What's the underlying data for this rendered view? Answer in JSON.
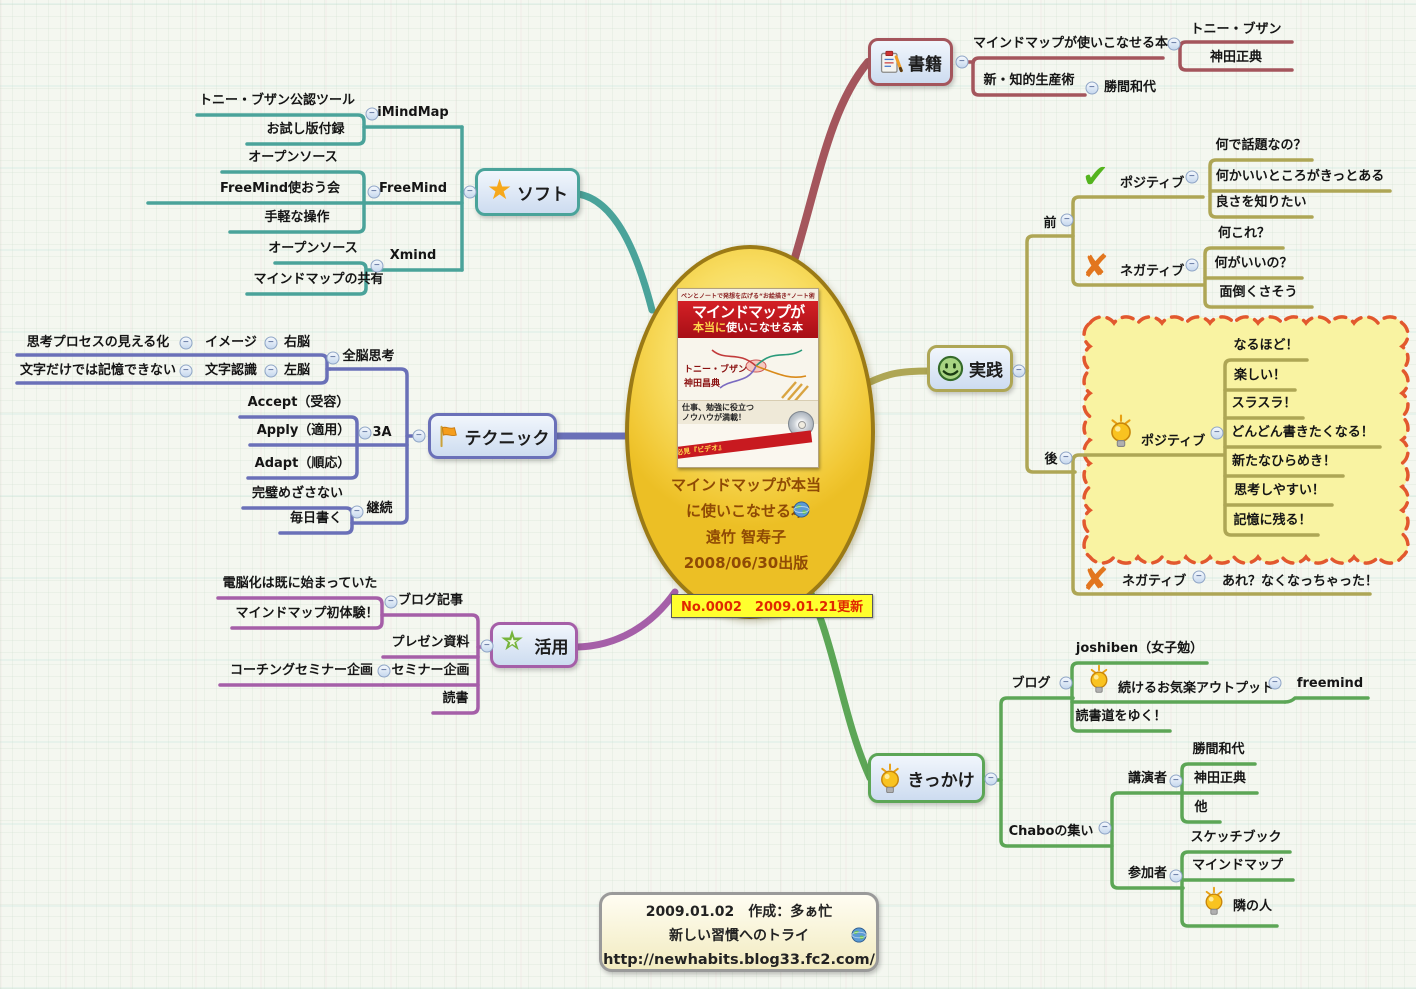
{
  "glyphs": {
    "minus": "−",
    "check": "✔",
    "cross": "✘",
    "star": "★"
  },
  "colors": {
    "soft": "#4aa39a",
    "technique": "#6a70b8",
    "katsuyo": "#a55fa8",
    "shoseki": "#a4555c",
    "jissen": "#aea655",
    "kikkake": "#5ca656",
    "cloud_fill": "#f9f3a2",
    "cloud_border": "#e2582e"
  },
  "center": {
    "ellipse_lines": [
      "マインドマップが本当",
      "に使いこなせる本",
      "遠竹 智寿子",
      "2008/06/30出版"
    ],
    "update_badge": "No.0002　2009.01.21更新",
    "cover": {
      "tagline": "ペンとノートで発想を広げる“お絵描き”ノート術",
      "title1": "マインドマップが",
      "title2a": "本当に",
      "title2b": "使いこなせる本",
      "author1": "トニー・ブザン",
      "author2": "神田昌典",
      "sub1": "仕事、勉強に役立つ",
      "sub2": "ノウハウが満載！",
      "banner": "必見『ビデオ』"
    }
  },
  "note": {
    "line1": "2009.01.02　作成：多ぁ忙",
    "line2": "新しい習慣へのトライ",
    "line3": "http://newhabits.blog33.fc2.com/"
  },
  "branches": {
    "soft": {
      "label": "ソフト",
      "children": [
        {
          "label": "iMindMap",
          "children": [
            {
              "label": "トニー・ブザン公認ツール"
            },
            {
              "label": "お試し版付録"
            }
          ]
        },
        {
          "label": "FreeMind",
          "children": [
            {
              "label": "オープンソース"
            },
            {
              "label": "FreeMind使おう会"
            },
            {
              "label": "手軽な操作"
            }
          ]
        },
        {
          "label": "Xmind",
          "children": [
            {
              "label": "オープンソース"
            },
            {
              "label": "マインドマップの共有"
            }
          ]
        }
      ]
    },
    "technique": {
      "label": "テクニック",
      "children": [
        {
          "label": "全脳思考",
          "children": [
            {
              "label": "右脳",
              "children": [
                {
                  "label": "イメージ",
                  "children": [
                    {
                      "label": "思考プロセスの見える化"
                    }
                  ]
                }
              ]
            },
            {
              "label": "左脳",
              "children": [
                {
                  "label": "文字認識",
                  "children": [
                    {
                      "label": "文字だけでは記憶できない"
                    }
                  ]
                }
              ]
            }
          ]
        },
        {
          "label": "3A",
          "children": [
            {
              "label": "Accept（受容）"
            },
            {
              "label": "Apply（適用）"
            },
            {
              "label": "Adapt（順応）"
            }
          ]
        },
        {
          "label": "継続",
          "children": [
            {
              "label": "完璧めざさない"
            },
            {
              "label": "毎日書く"
            }
          ]
        }
      ]
    },
    "katsuyo": {
      "label": "活用",
      "children": [
        {
          "label": "ブログ記事",
          "children": [
            {
              "label": "電脳化は既に始まっていた"
            },
            {
              "label": "マインドマップ初体験！"
            }
          ]
        },
        {
          "label": "プレゼン資料"
        },
        {
          "label": "セミナー企画",
          "children": [
            {
              "label": "コーチングセミナー企画"
            }
          ]
        },
        {
          "label": "読書"
        }
      ]
    },
    "shoseki": {
      "label": "書籍",
      "children": [
        {
          "label": "マインドマップが使いこなせる本",
          "children": [
            {
              "label": "トニー・ブザン"
            },
            {
              "label": "神田正典"
            }
          ]
        },
        {
          "label": "新・知的生産術",
          "children": [
            {
              "label": "勝間和代"
            }
          ]
        }
      ]
    },
    "jissen": {
      "label": "実践",
      "children": [
        {
          "label": "前",
          "children": [
            {
              "label": "ポジティブ",
              "children": [
                {
                  "label": "何で話題なの？"
                },
                {
                  "label": "何かいいところがきっとある"
                },
                {
                  "label": "良さを知りたい"
                }
              ]
            },
            {
              "label": "ネガティブ",
              "children": [
                {
                  "label": "何これ？"
                },
                {
                  "label": "何がいいの？"
                },
                {
                  "label": "面倒くさそう"
                }
              ]
            }
          ]
        },
        {
          "label": "後",
          "children": [
            {
              "label": "ポジティブ",
              "children": [
                {
                  "label": "なるほど！"
                },
                {
                  "label": "楽しい！"
                },
                {
                  "label": "スラスラ！"
                },
                {
                  "label": "どんどん書きたくなる！"
                },
                {
                  "label": "新たなひらめき！"
                },
                {
                  "label": "思考しやすい！"
                },
                {
                  "label": "記憶に残る！"
                }
              ]
            },
            {
              "label": "ネガティブ",
              "children": [
                {
                  "label": "あれ？なくなっちゃった！"
                }
              ]
            }
          ]
        }
      ]
    },
    "kikkake": {
      "label": "きっかけ",
      "children": [
        {
          "label": "ブログ",
          "children": [
            {
              "label": "joshiben（女子勉）"
            },
            {
              "label": "続けるお気楽アウトプット",
              "children": [
                {
                  "label": "freemind"
                }
              ]
            },
            {
              "label": "読書道をゆく！"
            }
          ]
        },
        {
          "label": "Chaboの集い",
          "children": [
            {
              "label": "講演者",
              "children": [
                {
                  "label": "勝間和代"
                },
                {
                  "label": "神田正典"
                },
                {
                  "label": "他"
                }
              ]
            },
            {
              "label": "参加者",
              "children": [
                {
                  "label": "スケッチブック"
                },
                {
                  "label": "マインドマップ"
                },
                {
                  "label": "隣の人"
                }
              ]
            }
          ]
        }
      ]
    }
  }
}
